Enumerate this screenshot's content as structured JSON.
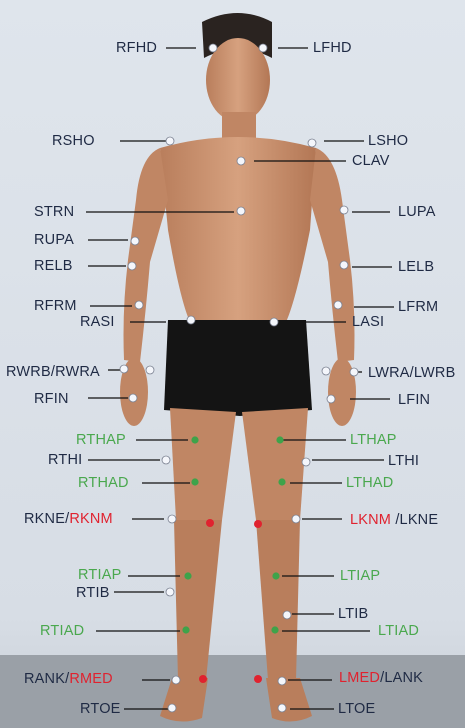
{
  "colors": {
    "label_navy": "#1f2a44",
    "label_green": "#4aa84e",
    "label_red": "#e0222f",
    "marker_white": "#f4f6fb",
    "marker_green": "#3ea34a",
    "marker_red": "#e0222f"
  },
  "markers": {
    "RFHD": "RFHD",
    "LFHD": "LFHD",
    "RSHO": "RSHO",
    "LSHO": "LSHO",
    "CLAV": "CLAV",
    "STRN": "STRN",
    "LUPA": "LUPA",
    "RUPA": "RUPA",
    "RELB": "RELB",
    "LELB": "LELB",
    "RFRM": "RFRM",
    "LFRM": "LFRM",
    "RASI": "RASI",
    "LASI": "LASI",
    "RWRB_RWRA": "RWRB/RWRA",
    "LWRA_LWRB": "LWRA/LWRB",
    "RFIN": "RFIN",
    "LFIN": "LFIN",
    "RTHAP": "RTHAP",
    "LTHAP": "LTHAP",
    "RTHI": "RTHI",
    "LTHI": "LTHI",
    "RTHAD": "RTHAD",
    "LTHAD": "LTHAD",
    "RKNE": "RKNE/",
    "RKNM": "RKNM",
    "LKNM": "LKNM",
    "LKNE": " /LKNE",
    "RTIAP": "RTIAP",
    "LTIAP": "LTIAP",
    "RTIB": "RTIB",
    "LTIB": "LTIB",
    "RTIAD": "RTIAD",
    "LTIAD": "LTIAD",
    "RANK": "RANK/",
    "RMED": "RMED",
    "LMED": "LMED",
    "LANK": "/LANK",
    "RTOE": "RTOE",
    "LTOE": "LTOE"
  }
}
